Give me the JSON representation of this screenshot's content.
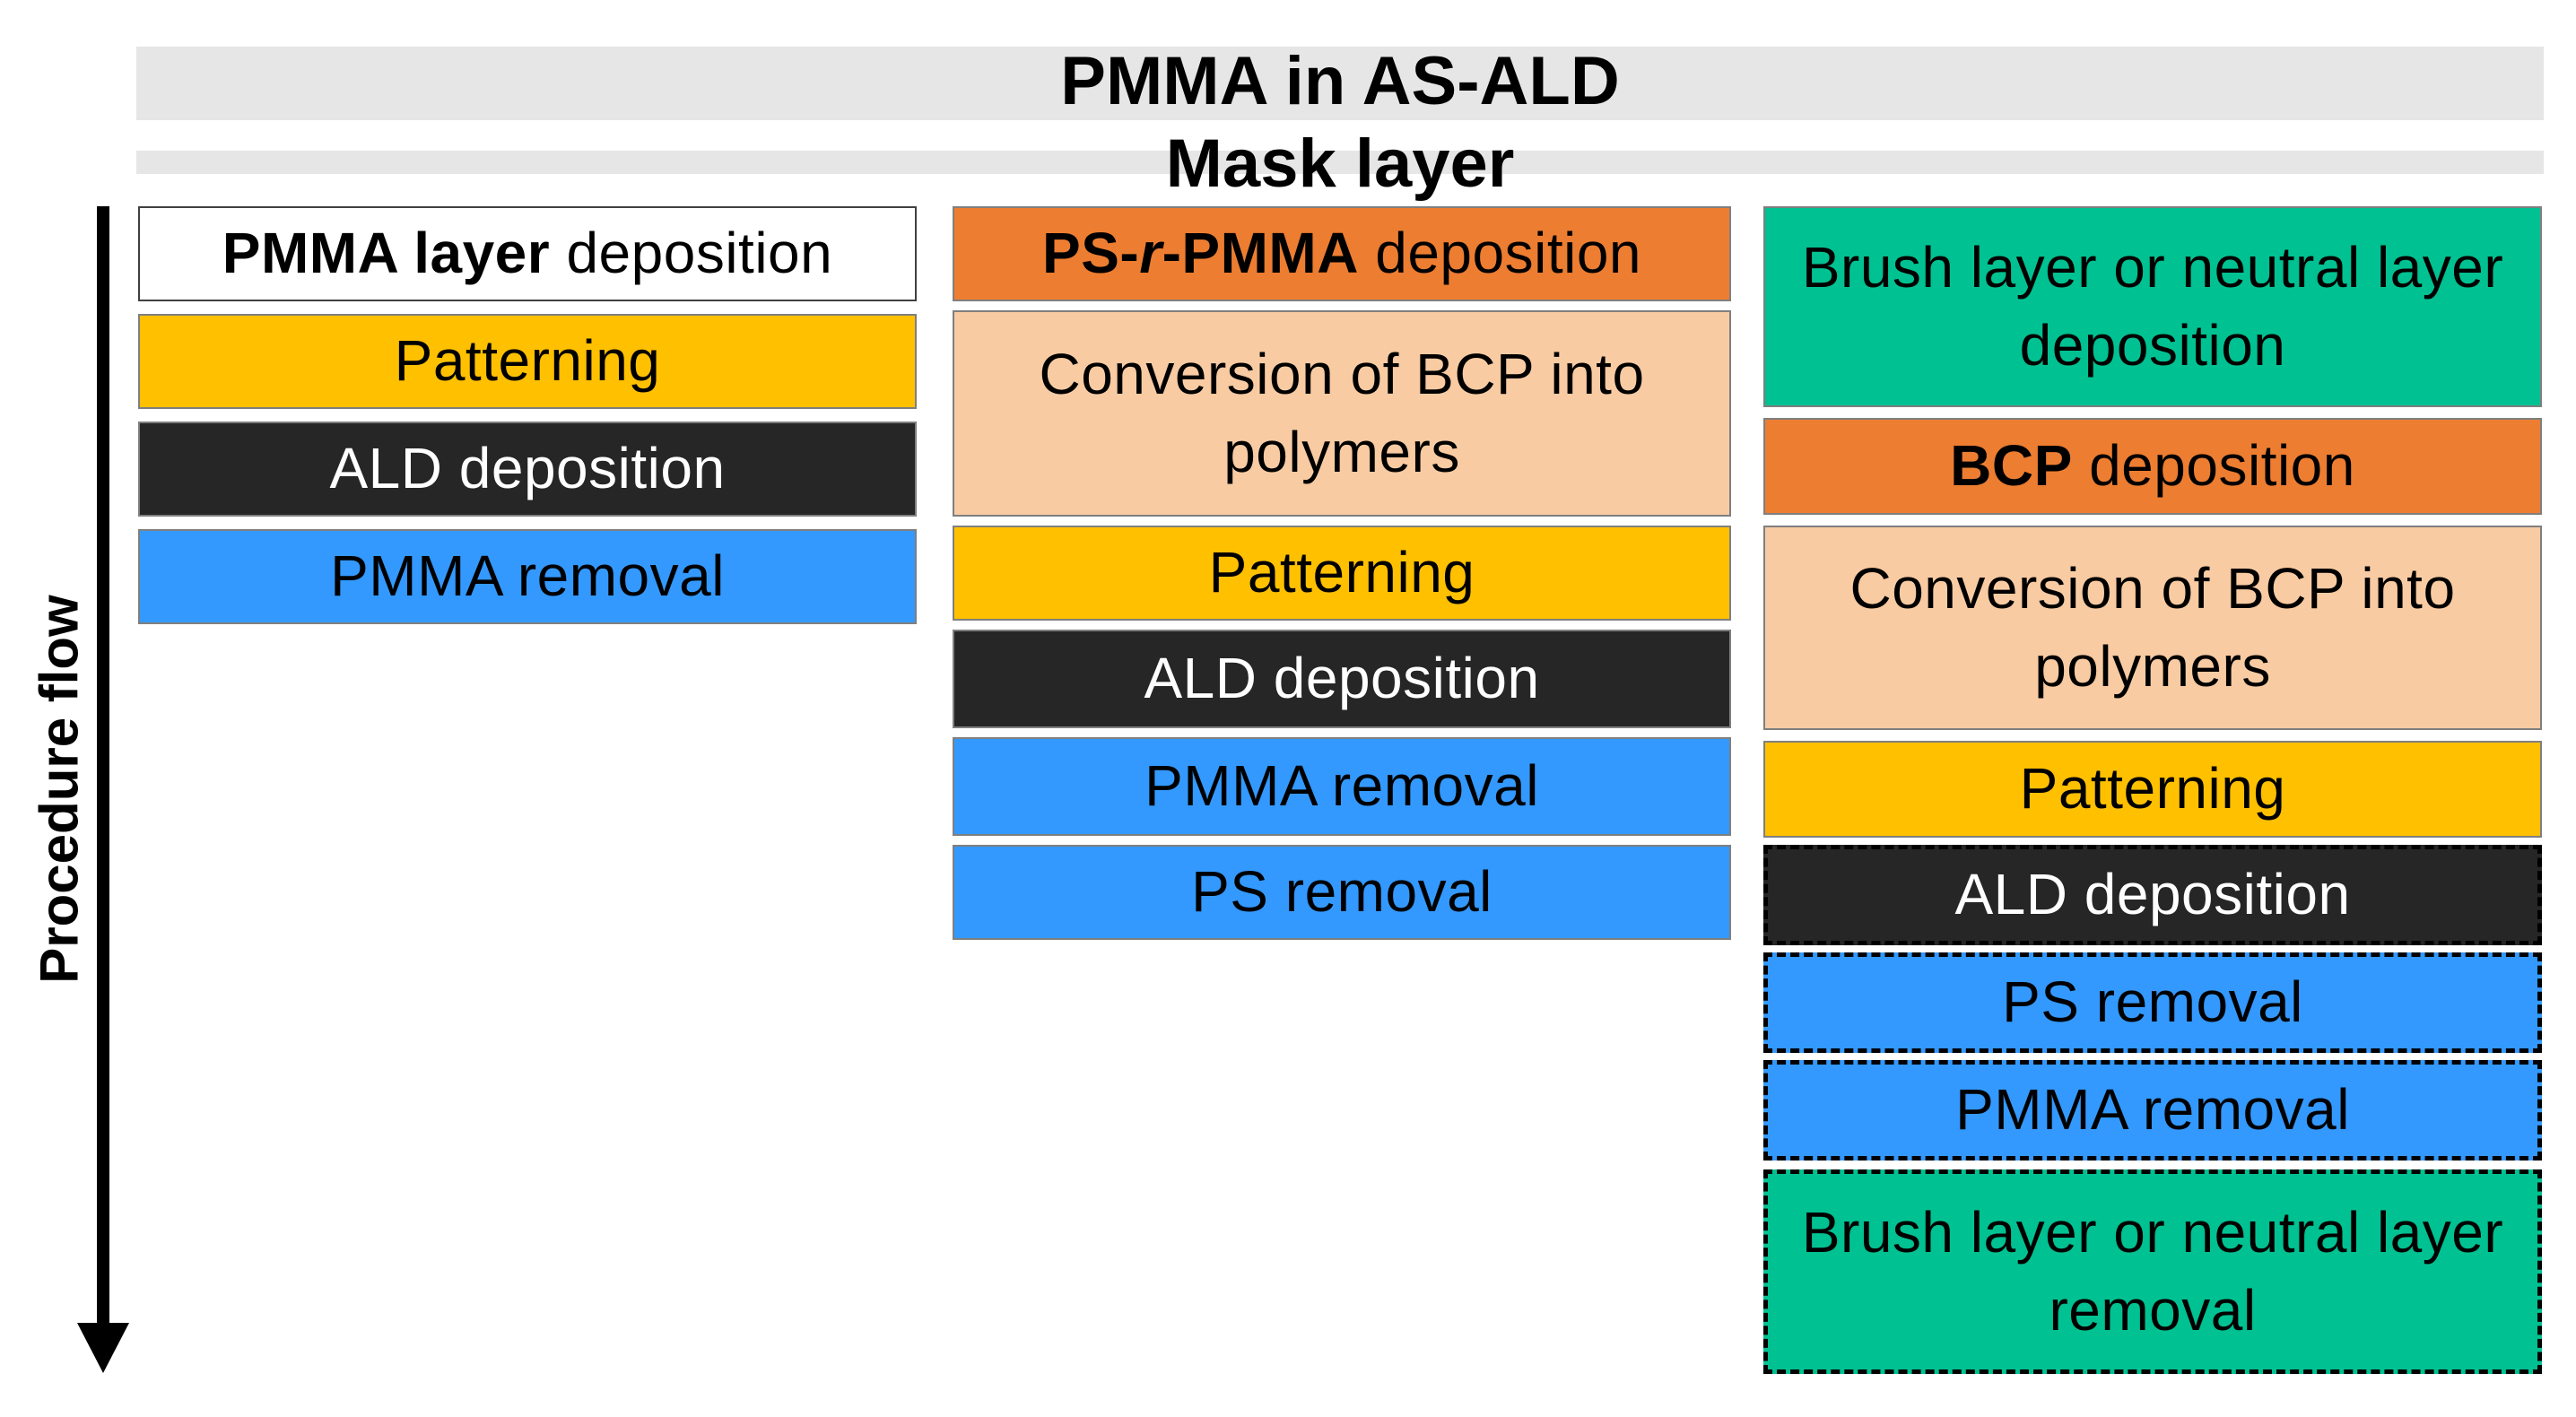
{
  "title": "PMMA in AS-ALD",
  "subtitle": "Mask layer",
  "flow_label": "Procedure flow",
  "colors": {
    "white": "#ffffff",
    "yellow": "#ffc000",
    "black": "#262626",
    "blue": "#3399ff",
    "orange": "#ed7d31",
    "peach": "#f8cba3",
    "green": "#00c191",
    "band": "#e6e6e6"
  },
  "columns": [
    {
      "steps": [
        {
          "bold": "PMMA layer",
          "text": " deposition",
          "color": "white"
        },
        {
          "text": "Patterning",
          "color": "yellow"
        },
        {
          "text": "ALD deposition",
          "color": "black"
        },
        {
          "text": "PMMA removal",
          "color": "blue"
        }
      ]
    },
    {
      "steps": [
        {
          "bold_pre": "PS-",
          "bold_italic": "r",
          "bold_post": "-PMMA",
          "text": " deposition",
          "color": "orange"
        },
        {
          "text": "Conversion of BCP into polymers",
          "color": "peach"
        },
        {
          "text": "Patterning",
          "color": "yellow"
        },
        {
          "text": "ALD deposition",
          "color": "black"
        },
        {
          "text": "PMMA removal",
          "color": "blue"
        },
        {
          "text": "PS removal",
          "color": "blue"
        }
      ]
    },
    {
      "steps": [
        {
          "text": "Brush layer or neutral layer deposition",
          "color": "green"
        },
        {
          "bold": "BCP",
          "text": " deposition",
          "color": "orange"
        },
        {
          "text": "Conversion of BCP into polymers",
          "color": "peach"
        },
        {
          "text": "Patterning",
          "color": "yellow"
        },
        {
          "text": "ALD deposition",
          "color": "black",
          "optional": true
        },
        {
          "text": "PS removal",
          "color": "blue",
          "optional": true
        },
        {
          "text": "PMMA removal",
          "color": "blue",
          "optional": true
        },
        {
          "text": "Brush layer or neutral layer removal",
          "color": "green",
          "optional": true
        }
      ]
    }
  ]
}
